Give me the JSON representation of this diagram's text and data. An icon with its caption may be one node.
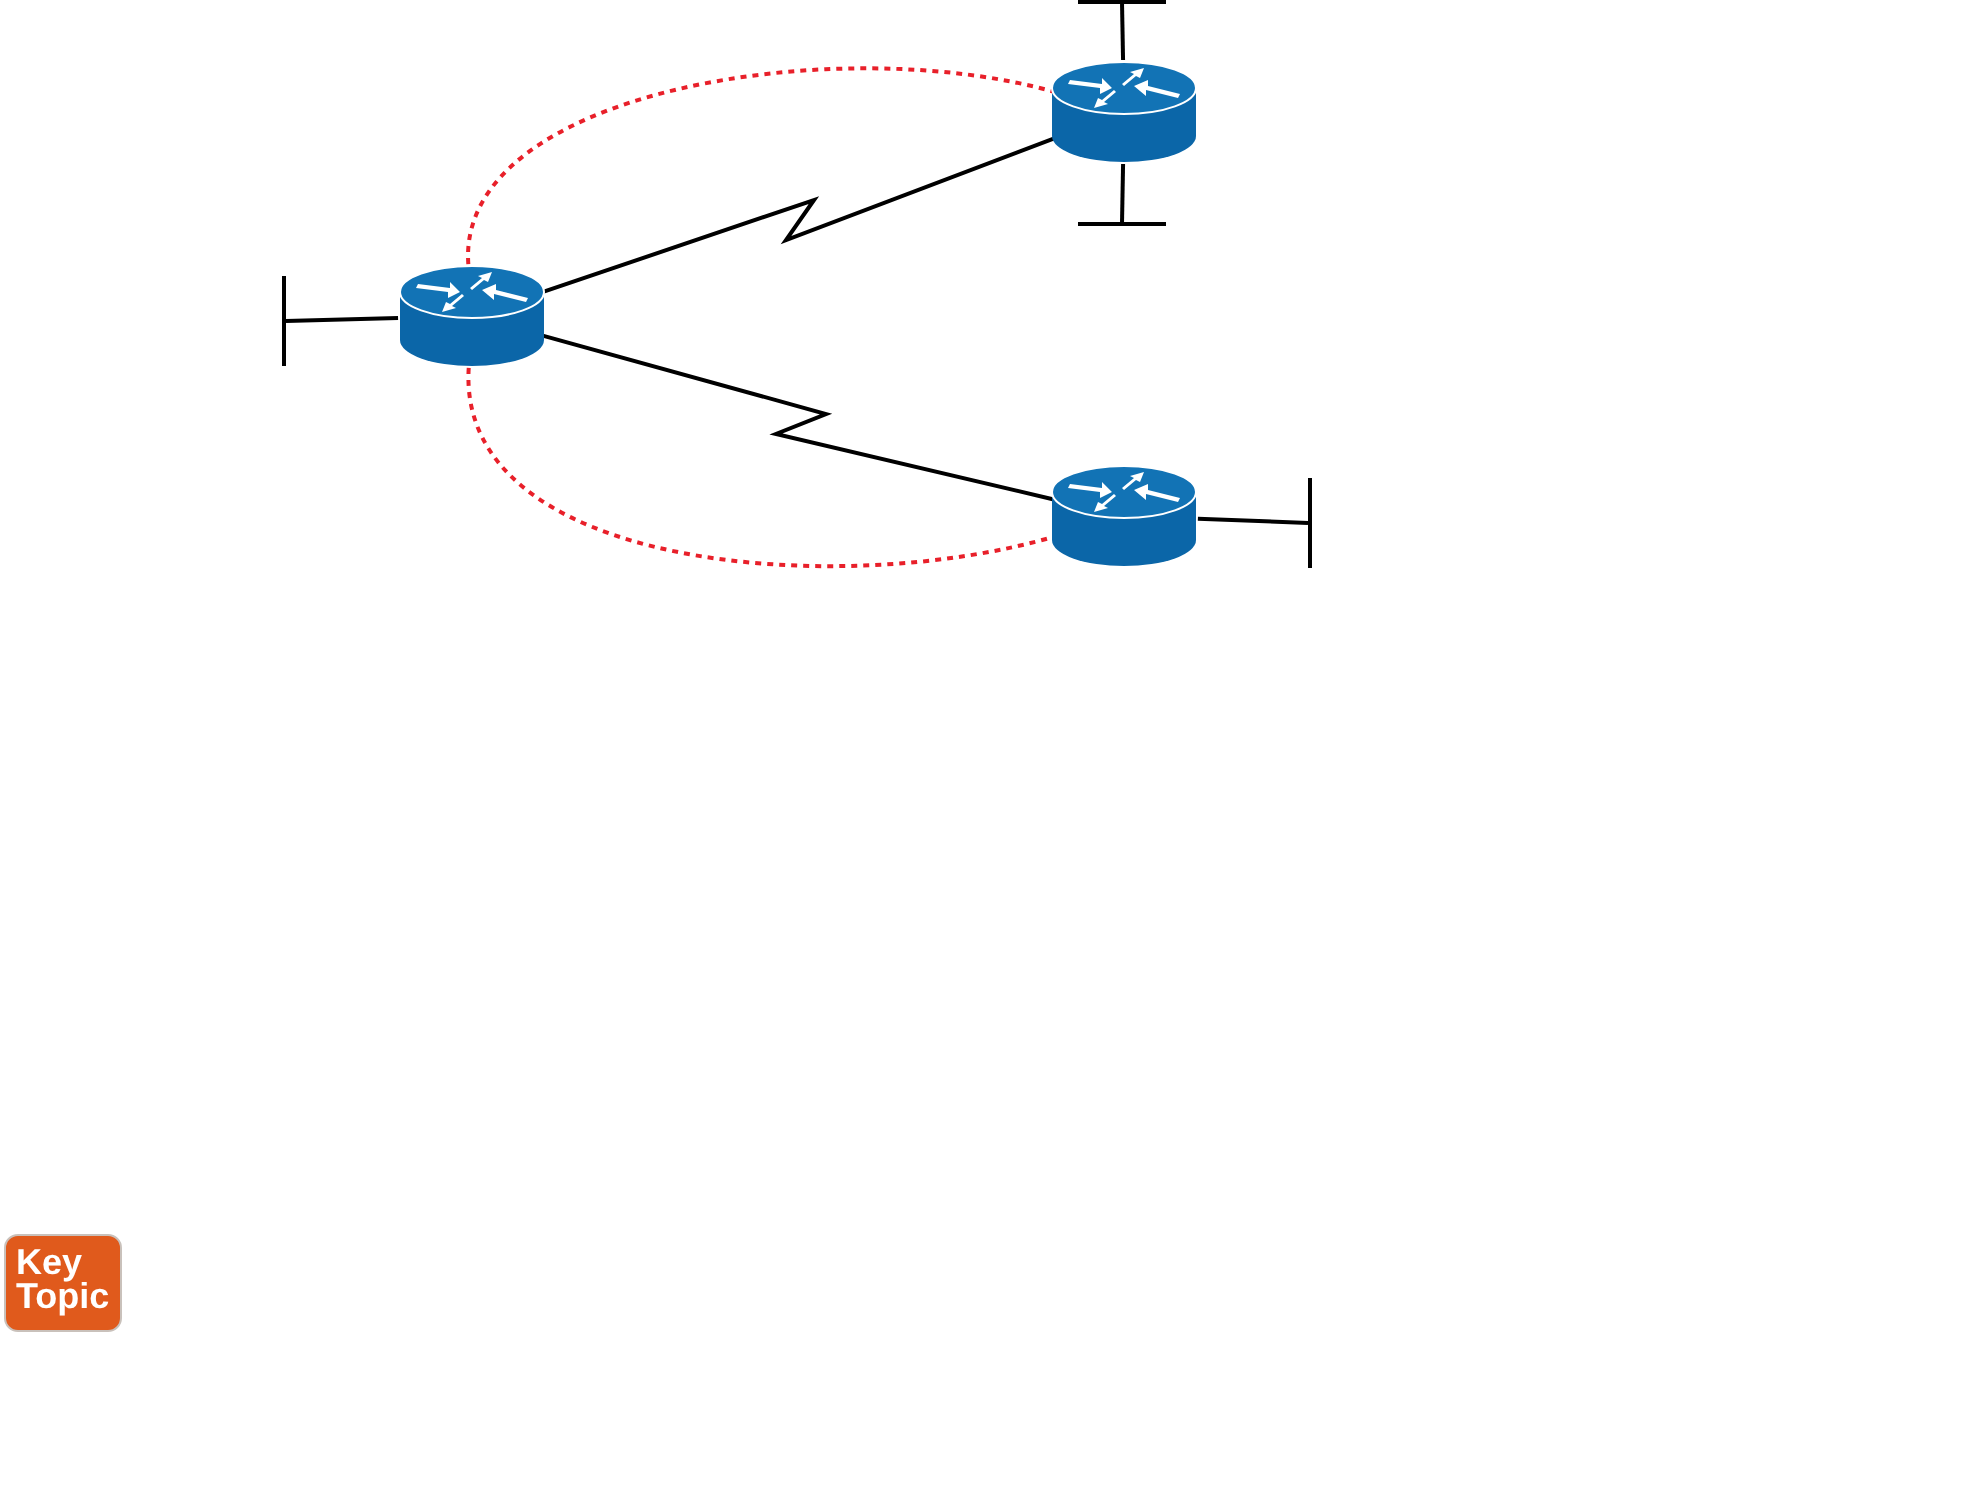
{
  "diagram": {
    "nodes": [
      {
        "text": [],
        "shape": "bar"
      },
      {
        "text": [],
        "shape": "router"
      },
      {
        "text": [],
        "shape": "bar"
      },
      {
        "text": [],
        "shape": "bar"
      },
      {
        "text": [],
        "shape": "router"
      },
      {
        "text": [],
        "shape": "router"
      },
      {
        "text": [],
        "shape": "bar"
      }
    ],
    "edges": [
      {
        "from": 1,
        "to": 0,
        "arrow": "none"
      },
      {
        "from": 1,
        "to": 2,
        "arrow": "none"
      },
      {
        "from": 4,
        "to": 3,
        "arrow": "none"
      },
      {
        "from": 4,
        "to": 1,
        "arrow": "none"
      },
      {
        "from": 4,
        "to": 5,
        "arrow": "none"
      },
      {
        "from": 5,
        "to": 6,
        "arrow": "none"
      },
      {
        "from": 4,
        "to": 1,
        "arrow": "none",
        "style": "dashed",
        "color": "#e8202a"
      },
      {
        "from": 4,
        "to": 5,
        "arrow": "none",
        "style": "dashed",
        "color": "#e8202a"
      }
    ],
    "labels": [
      "Key Topic"
    ]
  }
}
